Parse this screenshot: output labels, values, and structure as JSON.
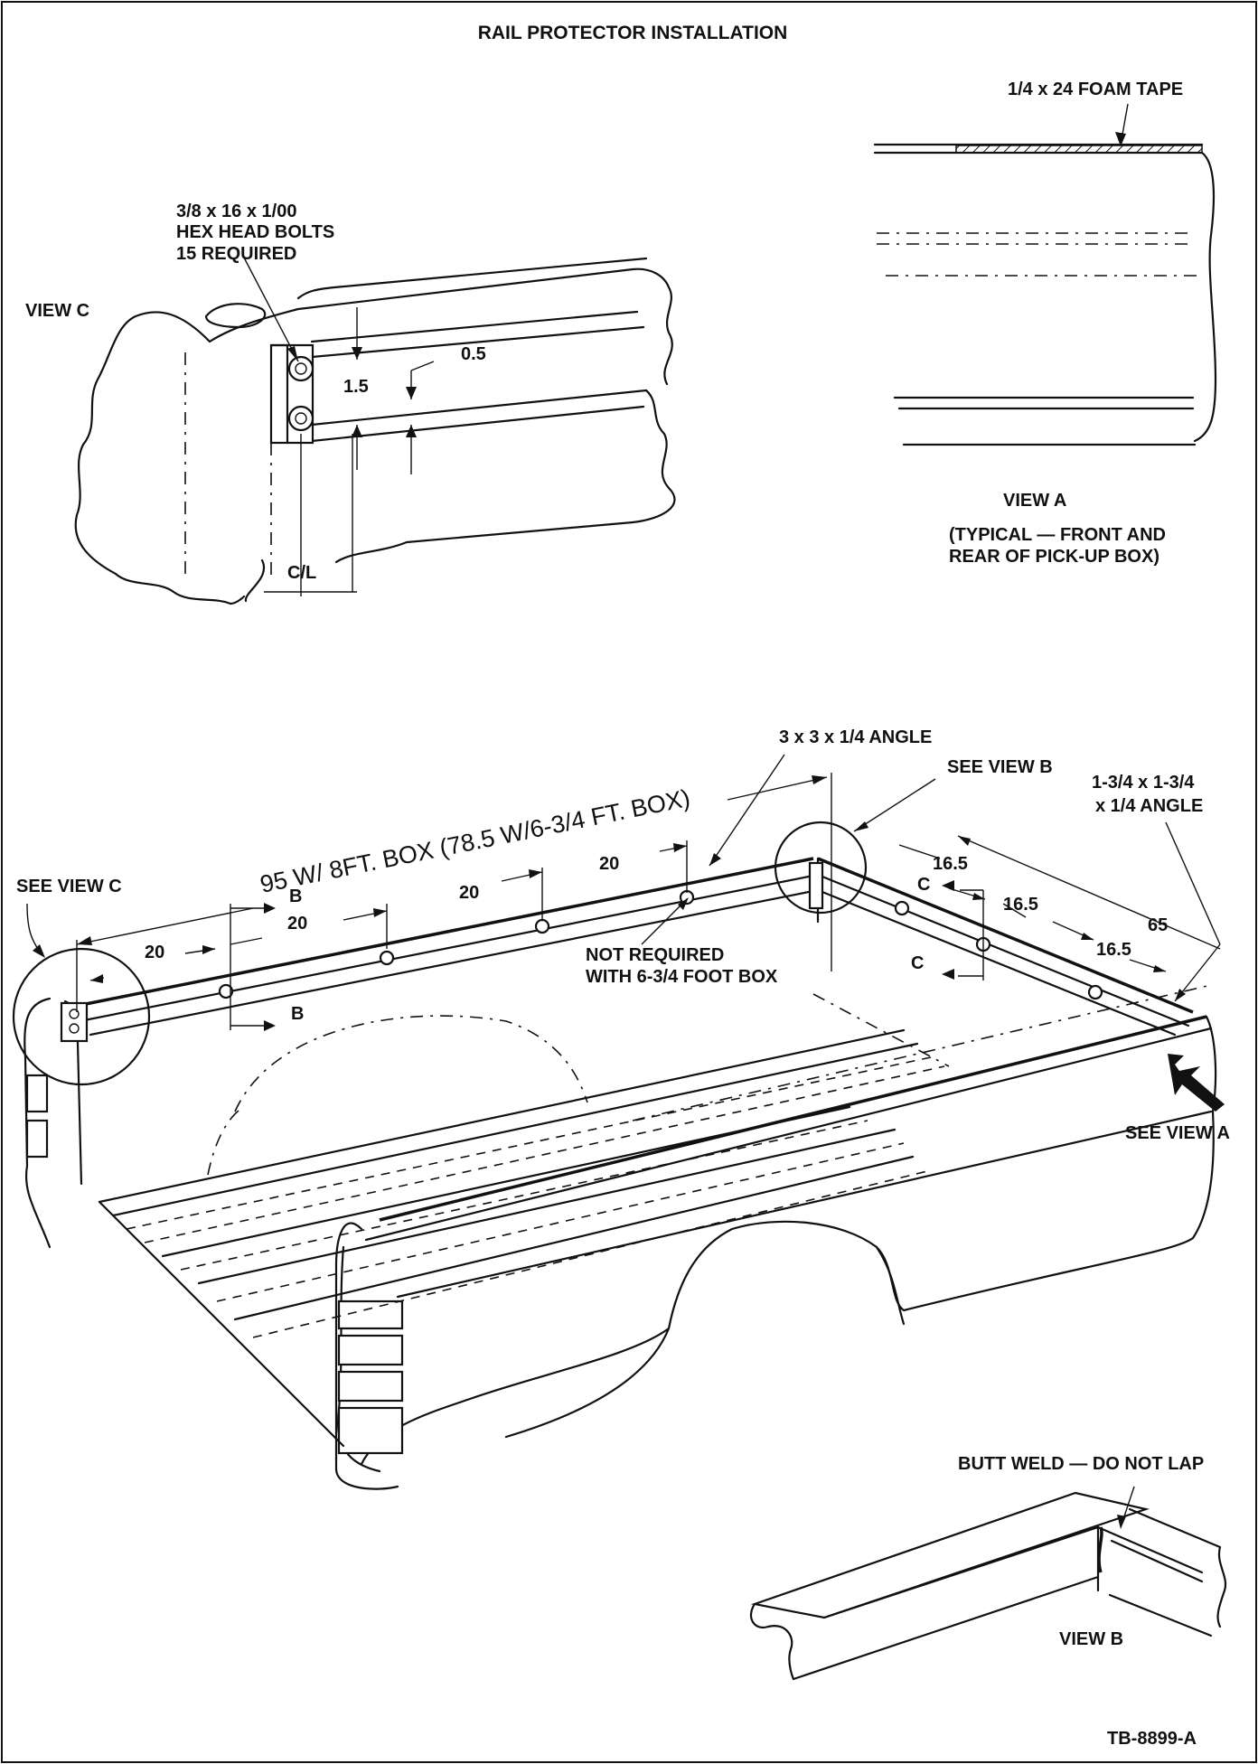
{
  "title": "RAIL PROTECTOR INSTALLATION",
  "view_c": {
    "label": "VIEW C",
    "bolts_line1": "3/8 x 16 x 1/00",
    "bolts_line2": "HEX HEAD BOLTS",
    "bolts_line3": "15 REQUIRED",
    "dim_upper": "0.5",
    "dim_lower": "1.5",
    "centerline": "C/L"
  },
  "view_a": {
    "label": "VIEW A",
    "tape": "1/4 x 24 FOAM TAPE",
    "note_line1": "(TYPICAL — FRONT AND",
    "note_line2": "REAR OF PICK-UP BOX)"
  },
  "main": {
    "angle": "3 x 3 x 1/4 ANGLE",
    "see_view_b": "SEE VIEW B",
    "side_angle_line1": "1-3/4 x 1-3/4",
    "side_angle_line2": "x 1/4 ANGLE",
    "length": "95 W/ 8FT. BOX (78.5 W/6-3/4 FT. BOX)",
    "see_view_c": "SEE VIEW C",
    "see_view_a": "SEE VIEW A",
    "not_required_line1": "NOT REQUIRED",
    "not_required_line2": "WITH 6-3/4 FOOT BOX",
    "spacing": [
      "20",
      "20",
      "20",
      "20"
    ],
    "end_spacing": [
      "16.5",
      "16.5",
      "16.5"
    ],
    "end_length": "65",
    "section_b": "B",
    "section_c": "C"
  },
  "view_b": {
    "label": "VIEW B",
    "weld": "BUTT WELD — DO NOT LAP"
  },
  "figure_number": "TB-8899-A"
}
